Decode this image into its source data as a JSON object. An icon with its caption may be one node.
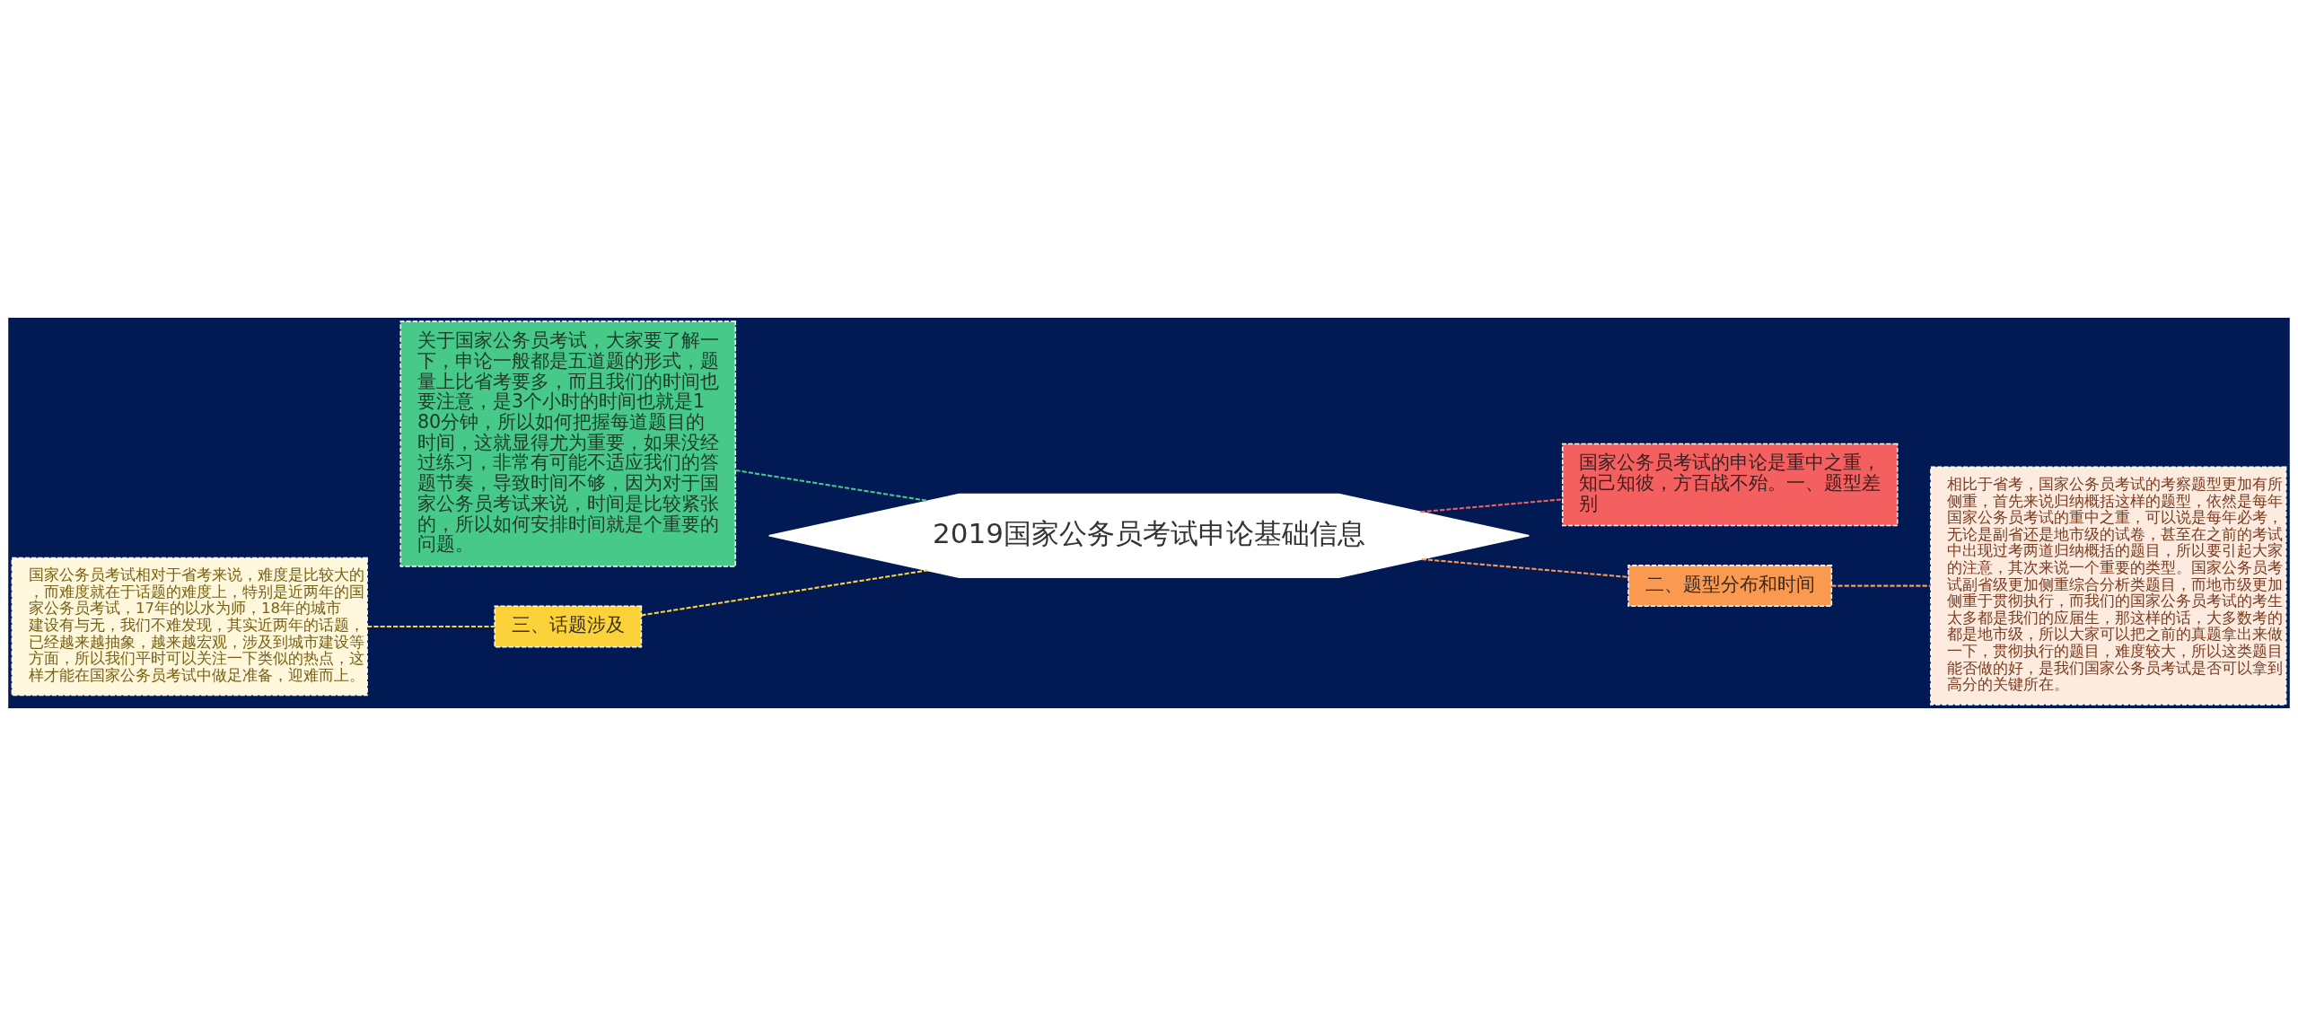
{
  "diagram": {
    "nodes": [
      {
        "text": [
          "2019国家公务员考试申论基础信息"
        ]
      },
      {
        "text": [
          "国家公务员考试的申论是重中之重，知己知彼，方百战不殆。一、题型差别"
        ]
      },
      {
        "text": [
          "二、题型分布和时间"
        ]
      },
      {
        "text": [
          "相比于省考，国家公务员考试的考察题型更加有所侧重，首先来说归纳概括这样的题型，依然是每年国家公务员考试的重中之重，可以说是每年必考，无论是副省还是地市级的试卷，甚至在之前的考试中出现过考两道归纳概括的题目，所以要引起大家的注意，其次来说一个重要的类型。国家公务员考试副省级更加侧重综合分析类题目，而地市级更加侧重于贯彻执行，而我们的国家公务员考试的考生太多都是我们的应届生，那这样的话，大多数考的都是地市级，所以大家可以把之前的真题拿出来做一下，贯彻执行的题目，难度较大，所以这类题目能否做的好，是我们国家公务员考试是否可以拿到高分的关键所在。"
        ]
      },
      {
        "text": [
          "关于国家公务员考试，大家要了解一下，申论一般都是五道题的形式，题量上比省考要多，而且我们的时间也要注意，是3个小时的时间也就是180分钟，所以如何把握每道题目的时间，这就显得尤为重要，如果没经过练习，非常有可能不适应我们的答题节奏，导致时间不够，因为对于国家公务员考试来说，时间是比较紧张的，所以如何安排时间就是个重要的问题。"
        ]
      },
      {
        "text": [
          "三、话题涉及"
        ]
      },
      {
        "text": [
          "国家公务员考试相对于省考来说，难度是比较大的，而难度就在于话题的难度上，特别是近两年的国家公务员考试，17年的以水为师，18年的城市建设有与无，我们不难发现，其实近两年的话题，已经越来越抽象，越来越宏观，涉及到城市建设等方面，所以我们平时可以关注一下类似的热点，这样才能在国家公务员考试中做足准备，迎难而上。"
        ]
      }
    ],
    "edges": [
      {
        "from": 0,
        "to": 1,
        "arrow": "none",
        "style": "dashed",
        "color": "#f4605f"
      },
      {
        "from": 0,
        "to": 2,
        "arrow": "none",
        "style": "dashed",
        "color": "#fa9a50"
      },
      {
        "from": 2,
        "to": 3,
        "arrow": "none",
        "style": "dashed",
        "color": "#fa9a50"
      },
      {
        "from": 0,
        "to": 4,
        "arrow": "none",
        "style": "dashed",
        "color": "#47c98a"
      },
      {
        "from": 0,
        "to": 5,
        "arrow": "none",
        "style": "dashed",
        "color": "#fbd239"
      },
      {
        "from": 5,
        "to": 6,
        "arrow": "none",
        "style": "dashed",
        "color": "#fbd239"
      }
    ]
  }
}
